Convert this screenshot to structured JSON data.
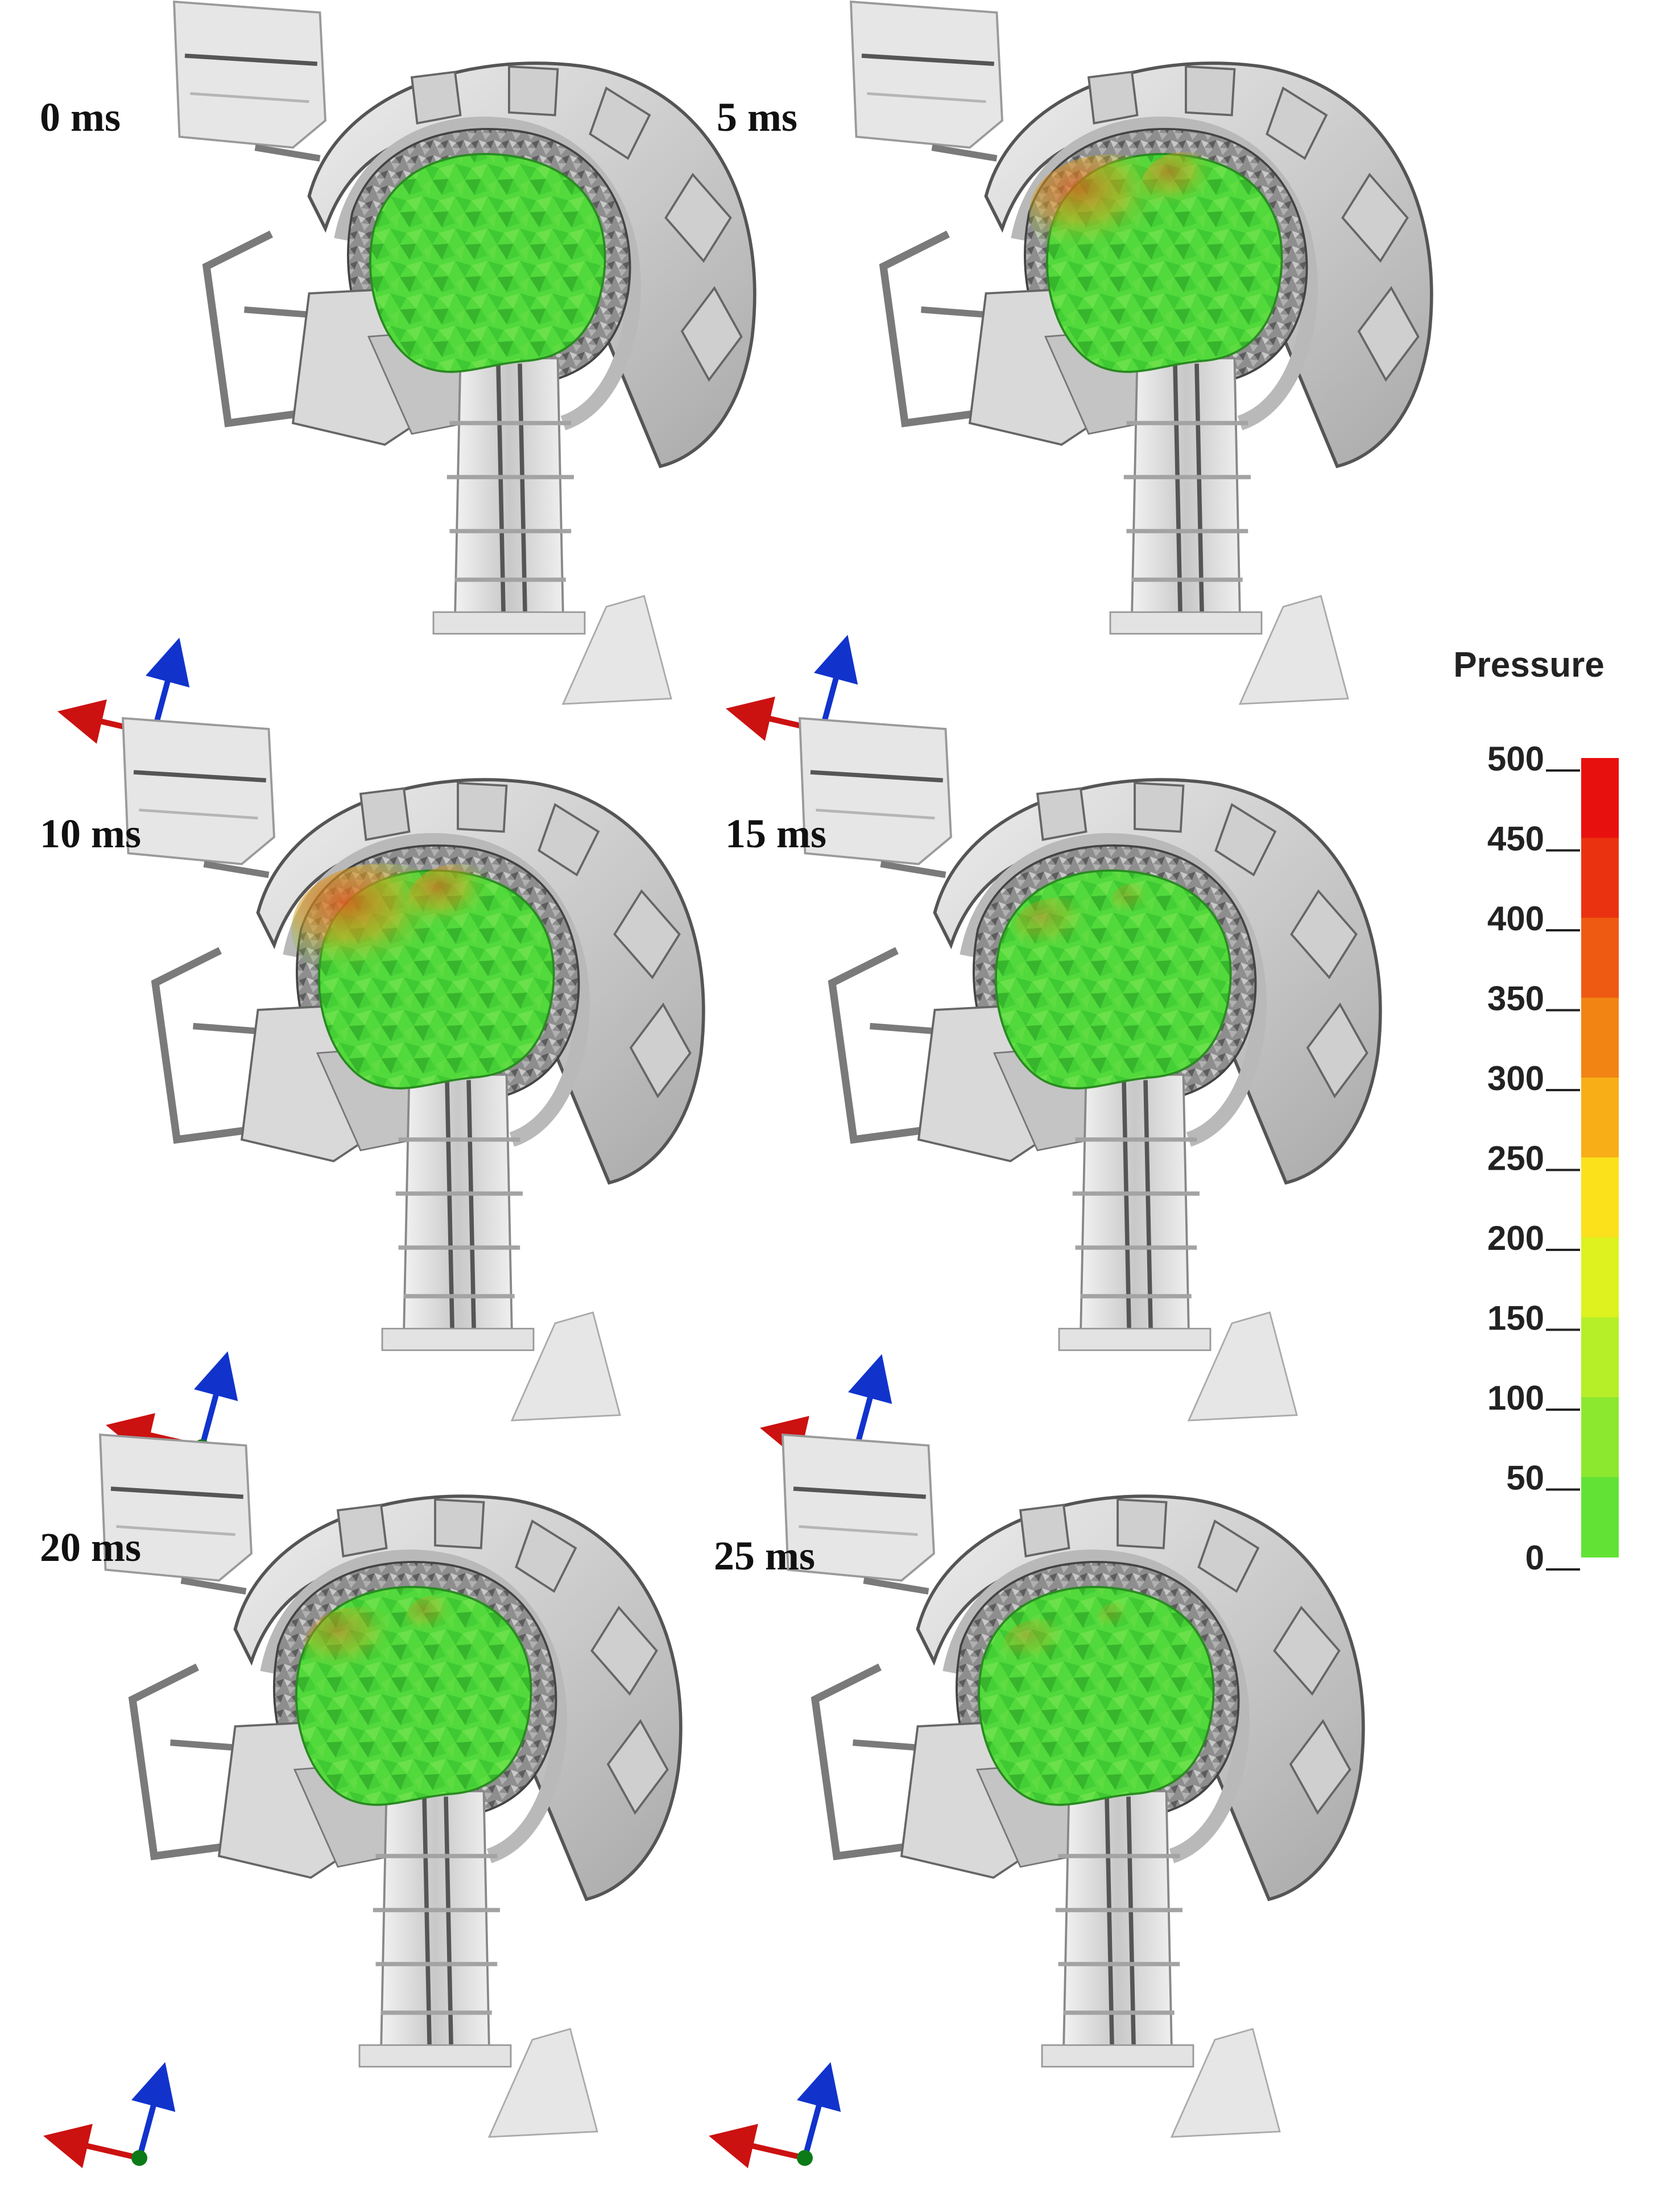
{
  "frames": [
    {
      "time_label": "0 ms",
      "hot_spot_level": 0.0
    },
    {
      "time_label": "5 ms",
      "hot_spot_level": 0.75
    },
    {
      "time_label": "10 ms",
      "hot_spot_level": 0.9
    },
    {
      "time_label": "15 ms",
      "hot_spot_level": 0.2
    },
    {
      "time_label": "20 ms",
      "hot_spot_level": 0.35
    },
    {
      "time_label": "25 ms",
      "hot_spot_level": 0.1
    }
  ],
  "legend": {
    "title": "Pressure",
    "ticks": [
      "500",
      "450",
      "400",
      "350",
      "300",
      "250",
      "200",
      "150",
      "100",
      "50",
      "0"
    ],
    "band_colors": [
      "#e8100f",
      "#ea3210",
      "#ee5a12",
      "#f28414",
      "#f7ae17",
      "#fbe11c",
      "#ddf21f",
      "#b6ee27",
      "#8be82f",
      "#63e236",
      "#40dc3c"
    ]
  },
  "colors": {
    "brain_base": "#4fd83a",
    "brain_dark": "#2f9a27",
    "brain_hot": "#e05a1a",
    "helmet": "#d7d7d7",
    "helmet_dark": "#6e6e6e",
    "axis_x": "#cc1111",
    "axis_z": "#1133cc",
    "axis_origin": "#0d7a18"
  }
}
